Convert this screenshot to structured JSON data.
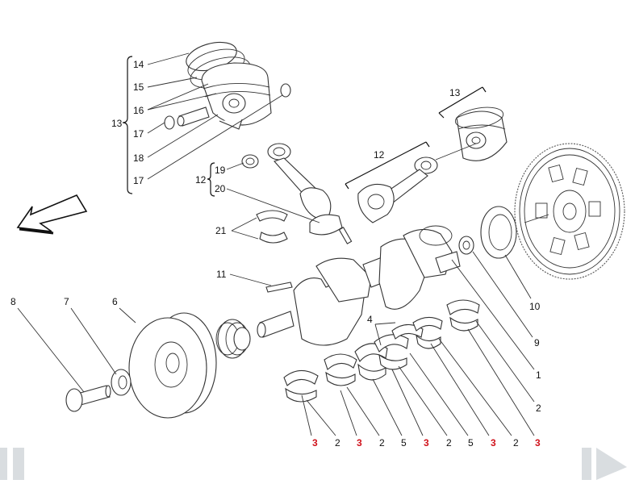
{
  "colors": {
    "accent_red": "#d0121b",
    "ink": "#111111",
    "nav": "#d9dde0"
  },
  "labels": {
    "l14": "14",
    "l15": "15",
    "l16": "16",
    "l13a": "13",
    "l17a": "17",
    "l18": "18",
    "l17b": "17",
    "l13b": "13",
    "l12a": "12",
    "l19": "19",
    "l12b": "12",
    "l20": "20",
    "l21": "21",
    "l11": "11",
    "l8": "8",
    "l7": "7",
    "l6": "6",
    "l4": "4",
    "l10": "10",
    "l9": "9",
    "l1": "1",
    "l2r": "2"
  },
  "bottom_row": [
    "3",
    "2",
    "3",
    "2",
    "5",
    "3",
    "2",
    "5",
    "3",
    "2",
    "3"
  ],
  "nav": {
    "prev_icon": "prev-arrow-icon",
    "next_icon": "next-arrow-icon"
  }
}
